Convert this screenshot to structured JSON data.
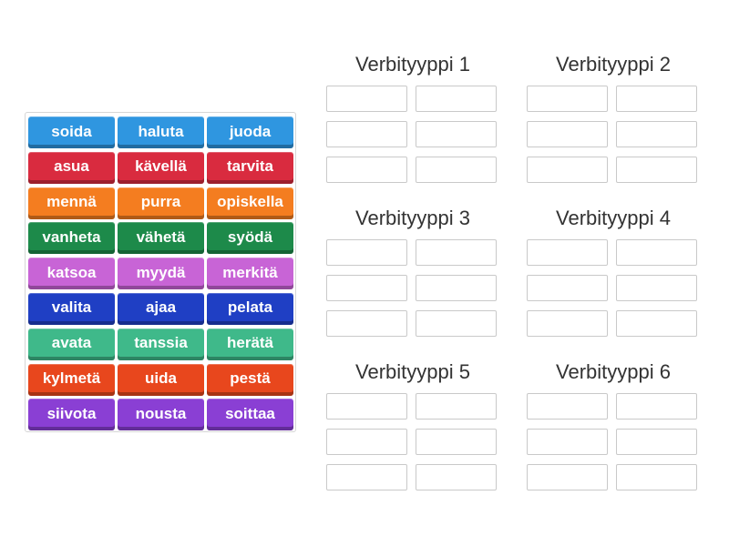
{
  "tiles": [
    {
      "label": "soida",
      "color": "#2f96e0"
    },
    {
      "label": "haluta",
      "color": "#2f96e0"
    },
    {
      "label": "juoda",
      "color": "#2f96e0"
    },
    {
      "label": "asua",
      "color": "#d92b3f"
    },
    {
      "label": "kävellä",
      "color": "#d92b3f"
    },
    {
      "label": "tarvita",
      "color": "#d92b3f"
    },
    {
      "label": "mennä",
      "color": "#f47d20"
    },
    {
      "label": "purra",
      "color": "#f47d20"
    },
    {
      "label": "opiskella",
      "color": "#f47d20"
    },
    {
      "label": "vanheta",
      "color": "#1d8a4a"
    },
    {
      "label": "vähetä",
      "color": "#1d8a4a"
    },
    {
      "label": "syödä",
      "color": "#1d8a4a"
    },
    {
      "label": "katsoa",
      "color": "#c864d6"
    },
    {
      "label": "myydä",
      "color": "#c864d6"
    },
    {
      "label": "merkitä",
      "color": "#c864d6"
    },
    {
      "label": "valita",
      "color": "#1f3fc4"
    },
    {
      "label": "ajaa",
      "color": "#1f3fc4"
    },
    {
      "label": "pelata",
      "color": "#1f3fc4"
    },
    {
      "label": "avata",
      "color": "#3fb98a"
    },
    {
      "label": "tanssia",
      "color": "#3fb98a"
    },
    {
      "label": "herätä",
      "color": "#3fb98a"
    },
    {
      "label": "kylmetä",
      "color": "#e8471d"
    },
    {
      "label": "uida",
      "color": "#e8471d"
    },
    {
      "label": "pestä",
      "color": "#e8471d"
    },
    {
      "label": "siivota",
      "color": "#8a3fd4"
    },
    {
      "label": "nousta",
      "color": "#8a3fd4"
    },
    {
      "label": "soittaa",
      "color": "#8a3fd4"
    }
  ],
  "groups": [
    {
      "title": "Verbityyppi 1"
    },
    {
      "title": "Verbityyppi 2"
    },
    {
      "title": "Verbityyppi 3"
    },
    {
      "title": "Verbityyppi 4"
    },
    {
      "title": "Verbityyppi 5"
    },
    {
      "title": "Verbityyppi 6"
    }
  ],
  "slots_per_group": 6
}
